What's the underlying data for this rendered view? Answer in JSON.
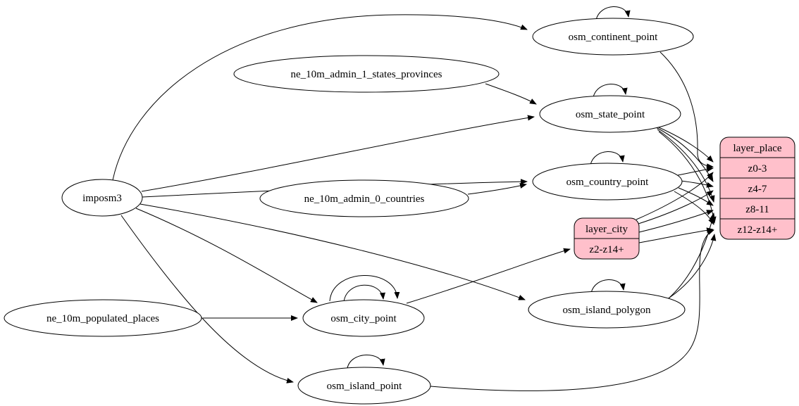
{
  "diagram": {
    "colors": {
      "layer_fill": "#ffc0cb",
      "node_fill": "#ffffff",
      "stroke": "#000000",
      "background": "#ffffff"
    },
    "nodes": {
      "imposm3": "imposm3",
      "ne_states": "ne_10m_admin_1_states_provinces",
      "ne_countries": "ne_10m_admin_0_countries",
      "ne_places": "ne_10m_populated_places",
      "continent": "osm_continent_point",
      "state": "osm_state_point",
      "country": "osm_country_point",
      "city": "osm_city_point",
      "island_point": "osm_island_point",
      "island_polygon": "osm_island_polygon"
    },
    "layer_city": {
      "title": "layer_city",
      "rows": [
        "z2-z14+"
      ]
    },
    "layer_place": {
      "title": "layer_place",
      "rows": [
        "z0-3",
        "z4-7",
        "z8-11",
        "z12-z14+"
      ]
    },
    "edges": [
      {
        "from": "imposm3",
        "to": "osm_continent_point"
      },
      {
        "from": "imposm3",
        "to": "osm_state_point"
      },
      {
        "from": "imposm3",
        "to": "osm_country_point"
      },
      {
        "from": "imposm3",
        "to": "osm_city_point"
      },
      {
        "from": "imposm3",
        "to": "osm_island_point"
      },
      {
        "from": "imposm3",
        "to": "osm_island_polygon"
      },
      {
        "from": "ne_10m_admin_1_states_provinces",
        "to": "osm_state_point"
      },
      {
        "from": "ne_10m_admin_0_countries",
        "to": "osm_country_point"
      },
      {
        "from": "ne_10m_populated_places",
        "to": "osm_city_point"
      },
      {
        "from": "osm_continent_point",
        "to": "osm_continent_point"
      },
      {
        "from": "osm_state_point",
        "to": "osm_state_point"
      },
      {
        "from": "osm_country_point",
        "to": "osm_country_point"
      },
      {
        "from": "osm_city_point",
        "to": "osm_city_point"
      },
      {
        "from": "osm_city_point",
        "to": "osm_city_point"
      },
      {
        "from": "osm_island_point",
        "to": "osm_island_point"
      },
      {
        "from": "osm_island_polygon",
        "to": "osm_island_polygon"
      },
      {
        "from": "osm_continent_point",
        "to": "layer_place:z0-3"
      },
      {
        "from": "osm_state_point",
        "to": "layer_place:z0-3"
      },
      {
        "from": "osm_state_point",
        "to": "layer_place:z4-7"
      },
      {
        "from": "osm_state_point",
        "to": "layer_place:z8-11"
      },
      {
        "from": "osm_state_point",
        "to": "layer_place:z12-z14+"
      },
      {
        "from": "osm_country_point",
        "to": "layer_place:z0-3"
      },
      {
        "from": "osm_country_point",
        "to": "layer_place:z4-7"
      },
      {
        "from": "osm_country_point",
        "to": "layer_place:z8-11"
      },
      {
        "from": "osm_country_point",
        "to": "layer_place:z12-z14+"
      },
      {
        "from": "osm_city_point",
        "to": "layer_city:z2-z14+"
      },
      {
        "from": "layer_city",
        "to": "layer_place:z0-3"
      },
      {
        "from": "layer_city",
        "to": "layer_place:z4-7"
      },
      {
        "from": "layer_city",
        "to": "layer_place:z8-11"
      },
      {
        "from": "layer_city",
        "to": "layer_place:z12-z14+"
      },
      {
        "from": "osm_island_polygon",
        "to": "layer_place:z8-11"
      },
      {
        "from": "osm_island_polygon",
        "to": "layer_place:z12-z14+"
      },
      {
        "from": "osm_island_point",
        "to": "layer_place:z12-z14+"
      }
    ]
  }
}
